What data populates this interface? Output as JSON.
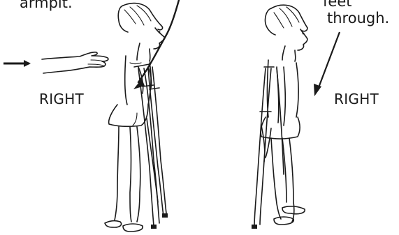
{
  "labels": {
    "left_note_fragment": "armpit.",
    "right_note_line1": "feet",
    "right_note_line2": "through.",
    "left_side_label": "RIGHT",
    "right_side_label": "RIGHT"
  },
  "colors": {
    "ink": "#1a1a1a",
    "background": "#ffffff"
  }
}
